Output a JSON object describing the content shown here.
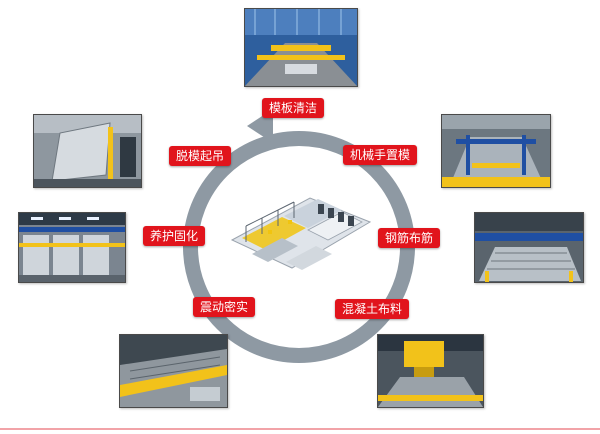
{
  "diagram": {
    "steps": [
      {
        "label": "模板清洁"
      },
      {
        "label": "机械手置模"
      },
      {
        "label": "钢筋布筋"
      },
      {
        "label": "混凝土布料"
      },
      {
        "label": "震动密实"
      },
      {
        "label": "养护固化"
      },
      {
        "label": "脱模起吊"
      }
    ],
    "colors": {
      "label_bg": "#e1141c",
      "ring": "#8e99a3",
      "steel_yellow": "#f2c21a",
      "frame_blue": "#1f4fa3"
    }
  }
}
